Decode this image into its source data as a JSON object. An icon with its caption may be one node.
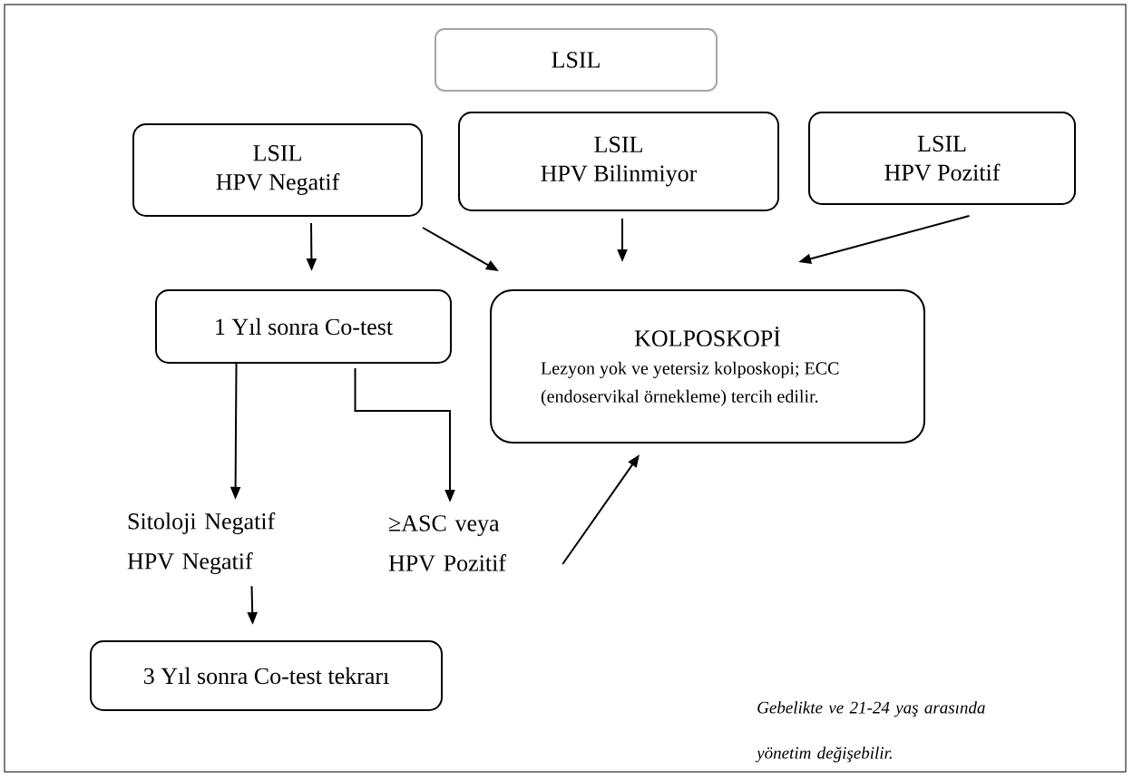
{
  "diagram": {
    "nodes": [
      {
        "text": [
          "LSIL"
        ]
      },
      {
        "text": [
          "LSIL",
          "HPV Negatif"
        ]
      },
      {
        "text": [
          "LSIL",
          "HPV Bilinmiyor"
        ]
      },
      {
        "text": [
          "LSIL",
          "HPV Pozitif"
        ]
      },
      {
        "text": [
          "1 Yıl sonra Co-test"
        ]
      },
      {
        "text": [
          "KOLPOSKOPİ",
          "Lezyon yok ve yetersiz kolposkopi; ECC (endoservikal örnekleme) tercih edilir."
        ]
      },
      {
        "text": [
          "Sitoloji Negatif HPV Negatif"
        ]
      },
      {
        "text": [
          "≥ASC veya HPV Pozitif"
        ]
      },
      {
        "text": [
          "3 Yıl sonra Co-test tekrarı"
        ]
      }
    ],
    "edges": [
      {
        "from": 1,
        "to": 4,
        "arrow": "to"
      },
      {
        "from": 1,
        "to": 5,
        "arrow": "to"
      },
      {
        "from": 2,
        "to": 5,
        "arrow": "to"
      },
      {
        "from": 3,
        "to": 5,
        "arrow": "to"
      },
      {
        "from": 4,
        "to": 6,
        "arrow": "to"
      },
      {
        "from": 4,
        "to": 7,
        "arrow": "to"
      },
      {
        "from": 6,
        "to": 8,
        "arrow": "to"
      },
      {
        "from": 7,
        "to": 5,
        "arrow": "to"
      }
    ],
    "labels": [
      "Gebelikte ve 21-24 yaş arasında yönetim değişebilir."
    ]
  }
}
